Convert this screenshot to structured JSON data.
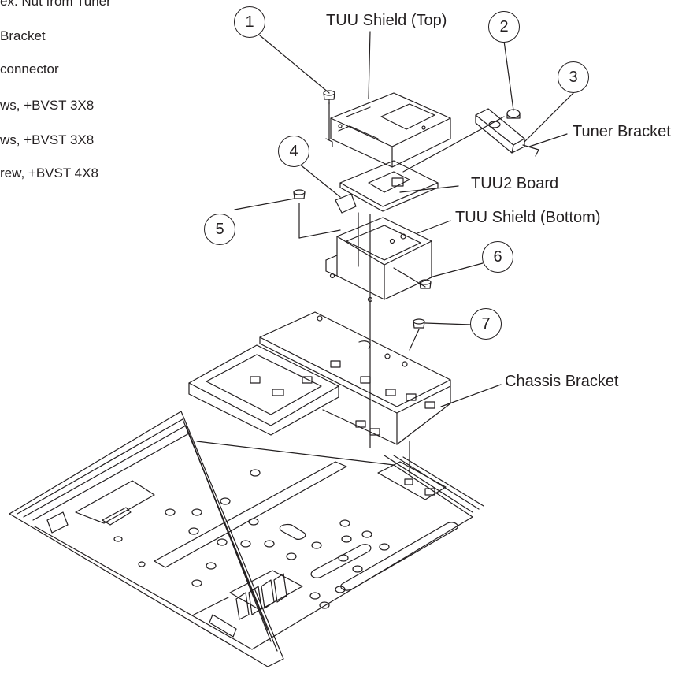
{
  "steps": [
    "ex. Nut from Tuner",
    "Bracket",
    "connector",
    "ws, +BVST 3X8",
    "ws, +BVST 3X8",
    "rew, +BVST 4X8"
  ],
  "callouts": [
    "1",
    "2",
    "3",
    "4",
    "5",
    "6",
    "7"
  ],
  "labels": {
    "tuu_shield_top": "TUU Shield (Top)",
    "tuner_bracket": "Tuner Bracket",
    "tuu2_board": "TUU2 Board",
    "tuu_shield_bottom": "TUU Shield (Bottom)",
    "chassis_bracket": "Chassis Bracket"
  },
  "colors": {
    "line": "#231f20",
    "background": "#ffffff"
  }
}
